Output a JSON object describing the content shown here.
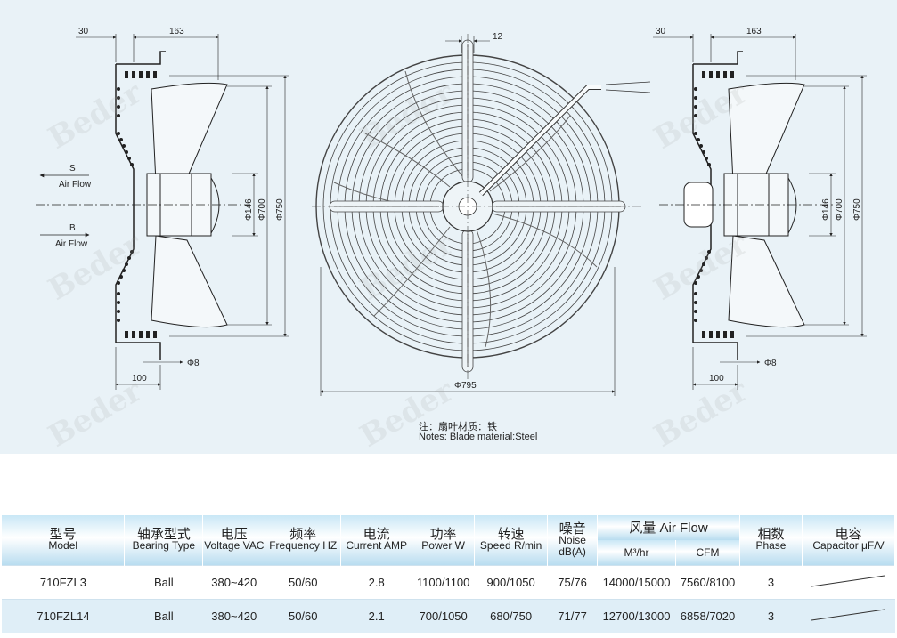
{
  "drawing": {
    "left": {
      "dim_30": "30",
      "dim_163": "163",
      "dim_146": "Φ146",
      "dim_700": "Φ700",
      "dim_750": "Φ750",
      "dim_8": "Φ8",
      "dim_100": "100",
      "s_label": "S",
      "s_airflow": "Air Flow",
      "b_label": "B",
      "b_airflow": "Air Flow"
    },
    "center": {
      "dim_12": "12",
      "dim_795": "Φ795"
    },
    "right": {
      "dim_30": "30",
      "dim_163": "163",
      "dim_146": "Φ146",
      "dim_700": "Φ700",
      "dim_750": "Φ750",
      "dim_8": "Φ8",
      "dim_100": "100"
    },
    "note_cn": "注：扇叶材质：铁",
    "note_en": "Notes:  Blade material:Steel",
    "watermark": "Beder"
  },
  "table": {
    "headers": [
      {
        "cn": "型号",
        "en": "Model"
      },
      {
        "cn": "轴承型式",
        "en": "Bearing Type"
      },
      {
        "cn": "电压",
        "en": "Voltage VAC"
      },
      {
        "cn": "频率",
        "en": "Frequency HZ"
      },
      {
        "cn": "电流",
        "en": "Current AMP"
      },
      {
        "cn": "功率",
        "en": "Power W"
      },
      {
        "cn": "转速",
        "en": "Speed R/min"
      },
      {
        "cn": "噪音",
        "en": "Noise dB(A)"
      },
      {
        "cn": "风量 Air Flow",
        "en": ""
      },
      {
        "cn": "相数",
        "en": "Phase"
      },
      {
        "cn": "电容",
        "en": "Capacitor μF/V"
      }
    ],
    "airflow_sub": [
      "M³/hr",
      "CFM"
    ],
    "rows": [
      [
        "710FZL3",
        "Ball",
        "380~420",
        "50/60",
        "2.8",
        "1100/1100",
        "900/1050",
        "75/76",
        "14000/15000",
        "7560/8100",
        "3"
      ],
      [
        "710FZL14",
        "Ball",
        "380~420",
        "50/60",
        "2.1",
        "700/1050",
        "680/750",
        "71/77",
        "12700/13000",
        "6858/7020",
        "3"
      ]
    ]
  }
}
